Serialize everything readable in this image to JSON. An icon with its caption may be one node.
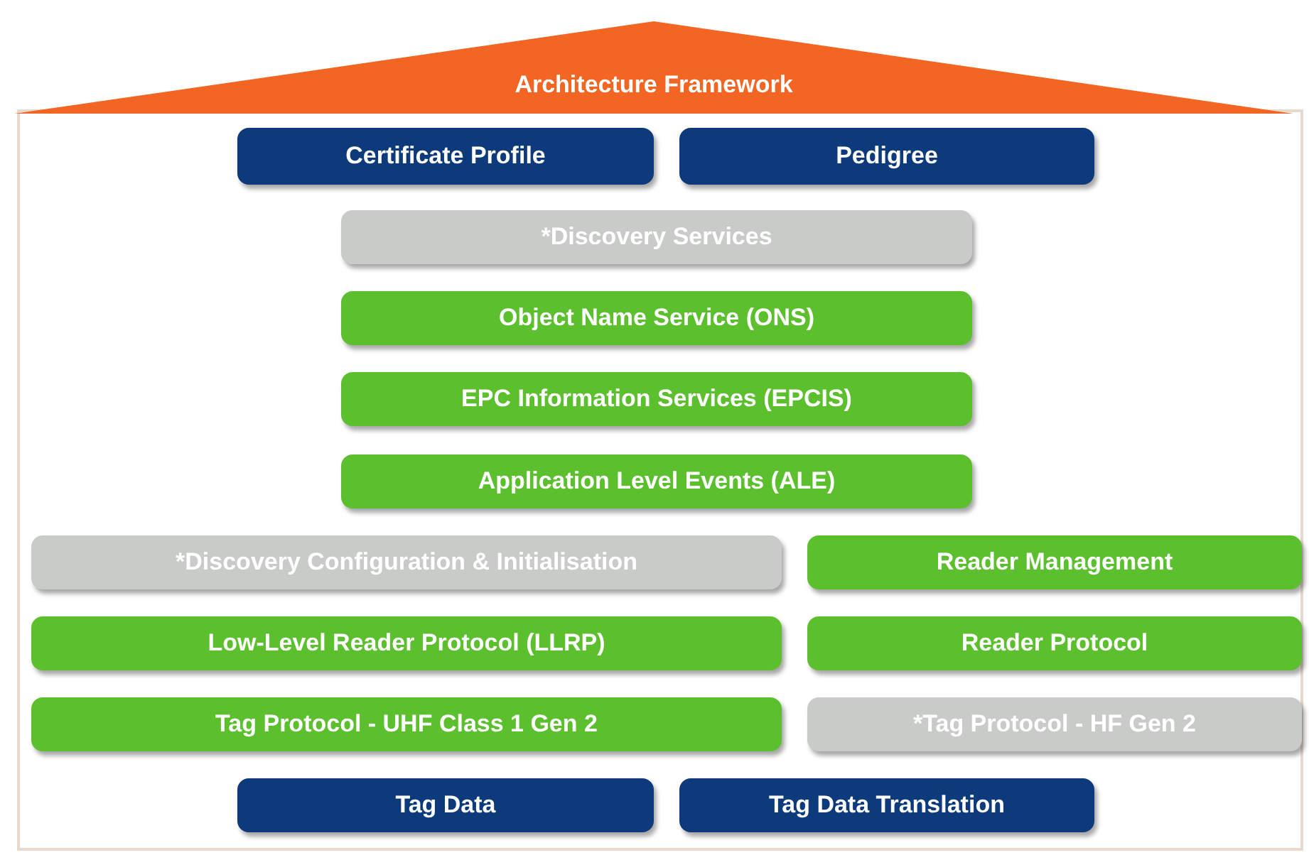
{
  "diagram": {
    "nodes": [
      {
        "text": [
          "Architecture Framework"
        ]
      },
      {
        "text": [
          "Certificate Profile"
        ]
      },
      {
        "text": [
          "Pedigree"
        ]
      },
      {
        "text": [
          "*Discovery Services"
        ]
      },
      {
        "text": [
          "Object Name Service (ONS)"
        ]
      },
      {
        "text": [
          "EPC Information Services (EPCIS)"
        ]
      },
      {
        "text": [
          "Application Level Events (ALE)"
        ]
      },
      {
        "text": [
          "*Discovery Configuration & Initialisation"
        ]
      },
      {
        "text": [
          "Reader Management"
        ]
      },
      {
        "text": [
          "Low-Level Reader Protocol (LLRP)"
        ]
      },
      {
        "text": [
          "Reader Protocol"
        ]
      },
      {
        "text": [
          "Tag Protocol - UHF Class 1 Gen 2"
        ]
      },
      {
        "text": [
          "*Tag Protocol - HF Gen 2"
        ]
      },
      {
        "text": [
          "Tag Data"
        ]
      },
      {
        "text": [
          "Tag Data Translation"
        ]
      }
    ]
  }
}
